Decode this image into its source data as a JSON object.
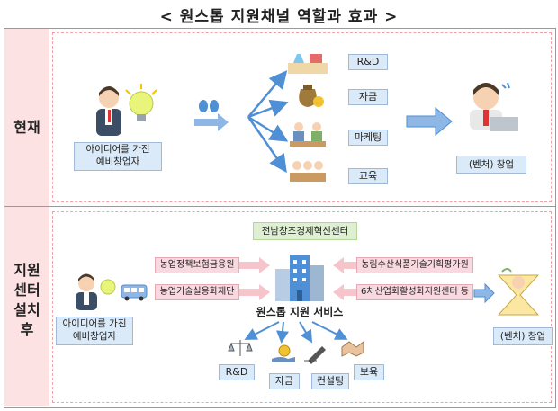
{
  "title": "< 원스톱 지원채널 역할과 효과 >",
  "sections": {
    "current": {
      "label": "현재"
    },
    "after": {
      "label_lines": [
        "지원",
        "센터",
        "설치",
        "후"
      ]
    }
  },
  "current": {
    "person_label": [
      "아이디어를 가진",
      "예비창업자"
    ],
    "services": [
      "R&D",
      "자금",
      "마케팅",
      "교육"
    ],
    "result": "(벤처) 창업"
  },
  "after": {
    "center_name": "전남창조경제혁신센터",
    "left_orgs": [
      "농업정책보험금융원",
      "농업기술실용화재단"
    ],
    "right_orgs": [
      "농림수산식품기술기획평가원",
      "6차산업화활성화지원센터 등"
    ],
    "hub_label": "원스톱 지원 서비스",
    "person_label": [
      "아이디어를 가진",
      "예비창업자"
    ],
    "result": "(벤처) 창업",
    "services": [
      "R&D",
      "자금",
      "컨설팅",
      "보육"
    ]
  },
  "colors": {
    "arrow_blue": "#4f8fd6",
    "side_pink": "#fde2e4",
    "label_blue": "#dbeaf8"
  }
}
